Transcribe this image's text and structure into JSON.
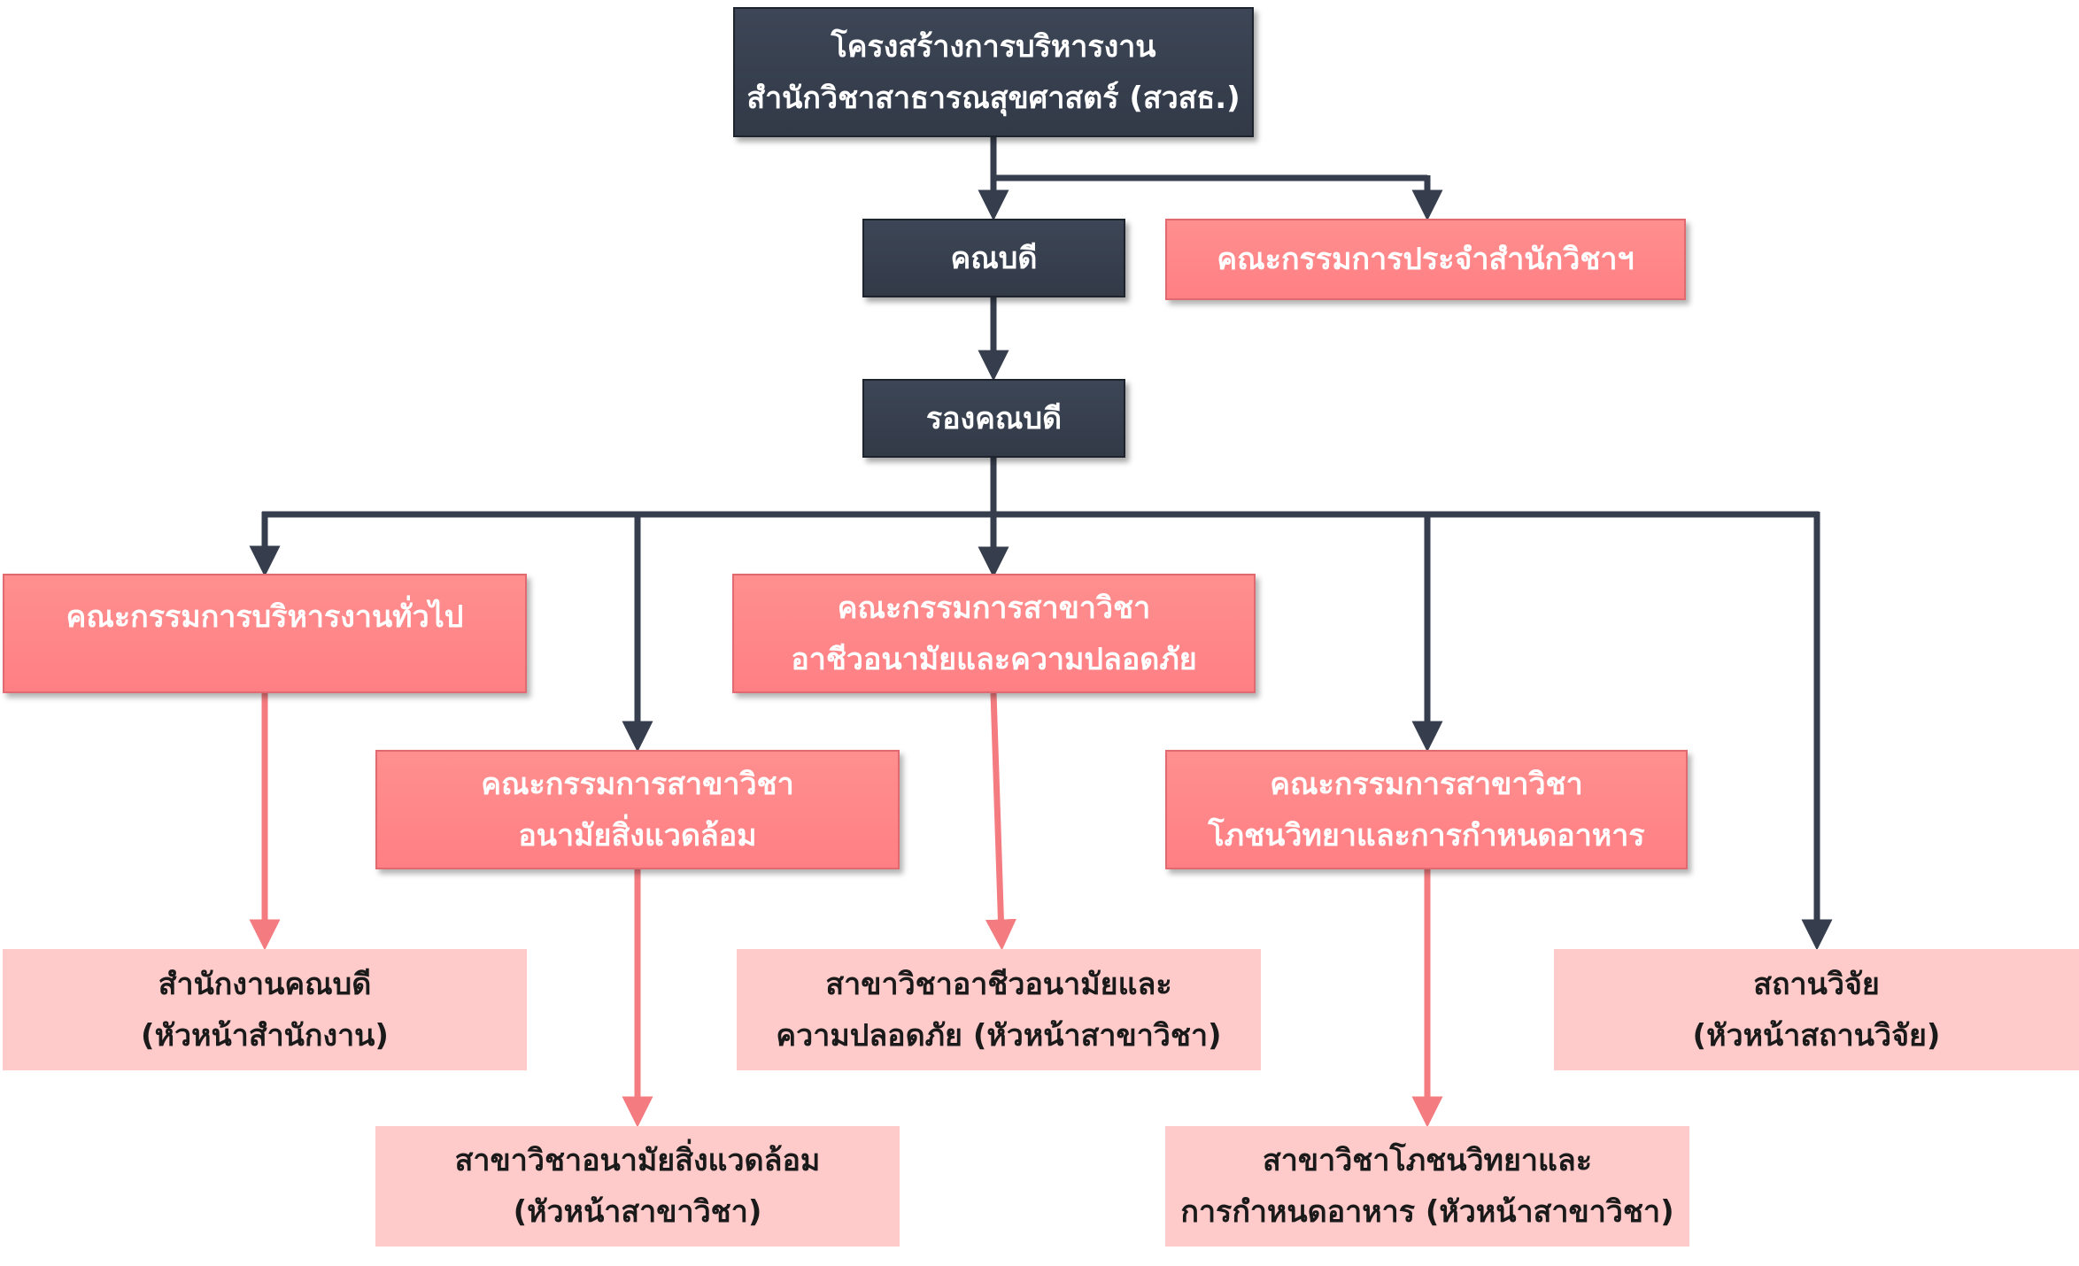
{
  "diagram": {
    "nodes": {
      "root": {
        "line1": "โครงสร้างการบริหารงาน",
        "line2": "สำนักวิชาสาธารณสุขศาสตร์ (สวสธ.)"
      },
      "dean": {
        "label": "คณบดี"
      },
      "school_committee": {
        "label": "คณะกรรมการประจำสำนักวิชาฯ"
      },
      "deputy_dean": {
        "label": "รองคณบดี"
      },
      "general_admin_committee": {
        "label": "คณะกรรมการบริหารงานทั่วไป"
      },
      "env_health_committee": {
        "line1": "คณะกรรมการสาขาวิชา",
        "line2": "อนามัยสิ่งแวดล้อม"
      },
      "occ_health_committee": {
        "line1": "คณะกรรมการสาขาวิชา",
        "line2": "อาชีวอนามัยและความปลอดภัย"
      },
      "nutrition_committee": {
        "line1": "คณะกรรมการสาขาวิชา",
        "line2": "โภชนวิทยาและการกำหนดอาหาร"
      },
      "dean_office": {
        "line1": "สำนักงานคณบดี",
        "line2": "(หัวหน้าสำนักงาน)"
      },
      "occ_health_branch": {
        "line1": "สาขาวิชาอาชีวอนามัยและ",
        "line2": "ความปลอดภัย (หัวหน้าสาขาวิชา)"
      },
      "research_station": {
        "line1": "สถานวิจัย",
        "line2": "(หัวหน้าสถานวิจัย)"
      },
      "env_health_branch": {
        "line1": "สาขาวิชาอนามัยสิ่งแวดล้อม",
        "line2": "(หัวหน้าสาขาวิชา)"
      },
      "nutrition_branch": {
        "line1": "สาขาวิชาโภชนวิทยาและ",
        "line2": "การกำหนดอาหาร (หัวหน้าสาขาวิชา)"
      }
    },
    "colors": {
      "dark_box": "#363e4d",
      "red_box": "#ff8589",
      "pink_box": "#ffcaca",
      "dark_connector": "#363e4d",
      "red_connector": "#f47c80"
    }
  }
}
